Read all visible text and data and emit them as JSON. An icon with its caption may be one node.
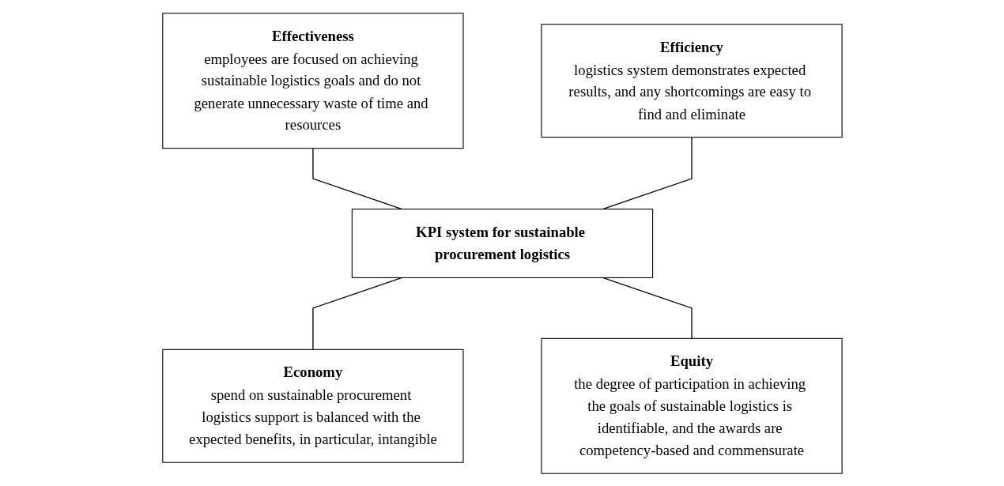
{
  "diagram": {
    "nodes": [
      {
        "text": [
          "Effectiveness",
          "employees are focused on achieving sustainable logistics goals and do not generate unnecessary waste of time and resources"
        ]
      },
      {
        "text": [
          "Efficiency",
          "logistics system demonstrates expected results, and any shortcomings are easy to find and eliminate"
        ]
      },
      {
        "text": [
          "KPI system for sustainable procurement logistics"
        ]
      },
      {
        "text": [
          "Economy",
          "spend on sustainable procurement logistics support is balanced with the expected benefits, in particular, intangible"
        ]
      },
      {
        "text": [
          "Equity",
          "the degree of participation in achieving the goals of sustainable logistics is identifiable, and the awards are competency-based and commensurate"
        ]
      }
    ],
    "edges": [
      {
        "from": 0,
        "to": 2,
        "arrow": "none"
      },
      {
        "from": 1,
        "to": 2,
        "arrow": "none"
      },
      {
        "from": 2,
        "to": 3,
        "arrow": "none"
      },
      {
        "from": 2,
        "to": 4,
        "arrow": "none"
      }
    ]
  }
}
